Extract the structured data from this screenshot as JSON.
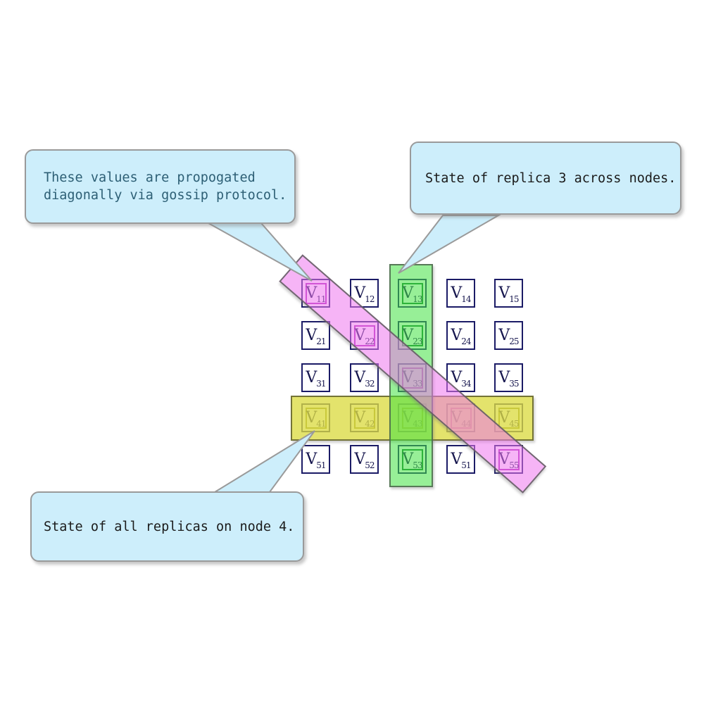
{
  "diagram_title": "",
  "callouts": [
    {
      "id": "gossip-note",
      "lines": [
        "These values are propogated",
        "diagonally via gossip protocol."
      ],
      "text_color": "#2d5f75",
      "points_to": "diagonal-band"
    },
    {
      "id": "replica3-note",
      "lines": [
        "State of replica 3 across nodes."
      ],
      "text_color": "#1b1b1b",
      "points_to": "column-band"
    },
    {
      "id": "node4-note",
      "lines": [
        "State of all replicas on node 4."
      ],
      "text_color": "#1b1b1b",
      "points_to": "row-band"
    }
  ],
  "grid": {
    "rows": 5,
    "cols": 5,
    "cells": [
      {
        "letter": "V",
        "sub": "11",
        "inner": "magenta"
      },
      {
        "letter": "V",
        "sub": "12",
        "inner": null
      },
      {
        "letter": "V",
        "sub": "13",
        "inner": "green"
      },
      {
        "letter": "V",
        "sub": "14",
        "inner": null
      },
      {
        "letter": "V",
        "sub": "15",
        "inner": null
      },
      {
        "letter": "V",
        "sub": "21",
        "inner": null
      },
      {
        "letter": "V",
        "sub": "22",
        "inner": "magenta"
      },
      {
        "letter": "V",
        "sub": "23",
        "inner": "green"
      },
      {
        "letter": "V",
        "sub": "24",
        "inner": null
      },
      {
        "letter": "V",
        "sub": "25",
        "inner": null
      },
      {
        "letter": "V",
        "sub": "31",
        "inner": null
      },
      {
        "letter": "V",
        "sub": "32",
        "inner": null
      },
      {
        "letter": "V",
        "sub": "33",
        "inner": "magenta"
      },
      {
        "letter": "V",
        "sub": "34",
        "inner": null
      },
      {
        "letter": "V",
        "sub": "35",
        "inner": null
      },
      {
        "letter": "V",
        "sub": "41",
        "inner": "olive"
      },
      {
        "letter": "V",
        "sub": "42",
        "inner": "olive"
      },
      {
        "letter": "V",
        "sub": "43",
        "inner": "olive"
      },
      {
        "letter": "V",
        "sub": "44",
        "inner": "magenta"
      },
      {
        "letter": "V",
        "sub": "45",
        "inner": "olive"
      },
      {
        "letter": "V",
        "sub": "51",
        "inner": null
      },
      {
        "letter": "V",
        "sub": "52",
        "inner": null
      },
      {
        "letter": "V",
        "sub": "53",
        "inner": "green"
      },
      {
        "letter": "V",
        "sub": "51",
        "inner": null
      },
      {
        "letter": "V",
        "sub": "55",
        "inner": "magenta"
      }
    ]
  },
  "bands": [
    {
      "id": "row-band",
      "covers": [
        "41",
        "42",
        "43",
        "44",
        "45"
      ],
      "fill": "rgba(219,219,66,0.78)",
      "border": "rgba(95,95,45,0.85)"
    },
    {
      "id": "column-band",
      "covers": [
        "13",
        "23",
        "33",
        "43",
        "53"
      ],
      "fill": "rgba(65,226,65,0.55)",
      "border": "rgba(75,100,75,0.85)"
    },
    {
      "id": "diagonal-band",
      "covers": [
        "11",
        "22",
        "33",
        "44",
        "55"
      ],
      "fill": "rgba(238,118,238,0.55)",
      "border": "rgba(90,90,90,0.85)"
    }
  ],
  "colors": {
    "background": "#ffffff",
    "callout_fill": "#cdeefb",
    "callout_border": "#9a9a9a",
    "cell_border": "#1b1b66",
    "cell_text": "#16164e",
    "inner_magenta": "#b02cb8",
    "inner_green": "#157a32",
    "inner_olive": "#8a8a20"
  }
}
